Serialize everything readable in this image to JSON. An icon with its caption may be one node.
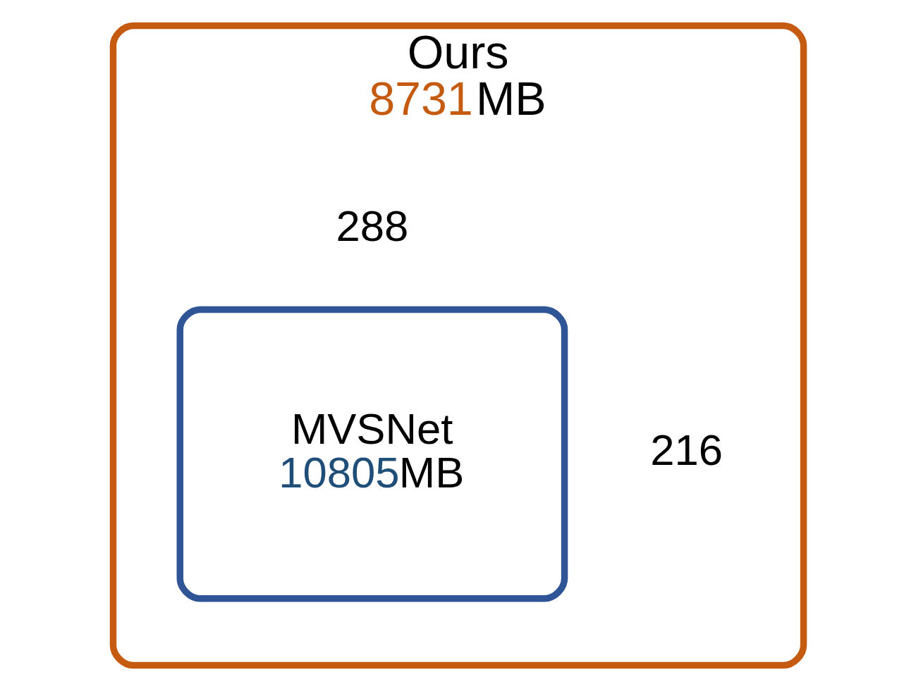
{
  "diagram": {
    "nodes": [
      {
        "text": [
          "Ours",
          "8731MB"
        ]
      },
      {
        "text": [
          "MVSNet",
          "10805MB"
        ],
        "in": 0
      }
    ],
    "edges": [],
    "labels": [
      "288",
      "216"
    ]
  }
}
